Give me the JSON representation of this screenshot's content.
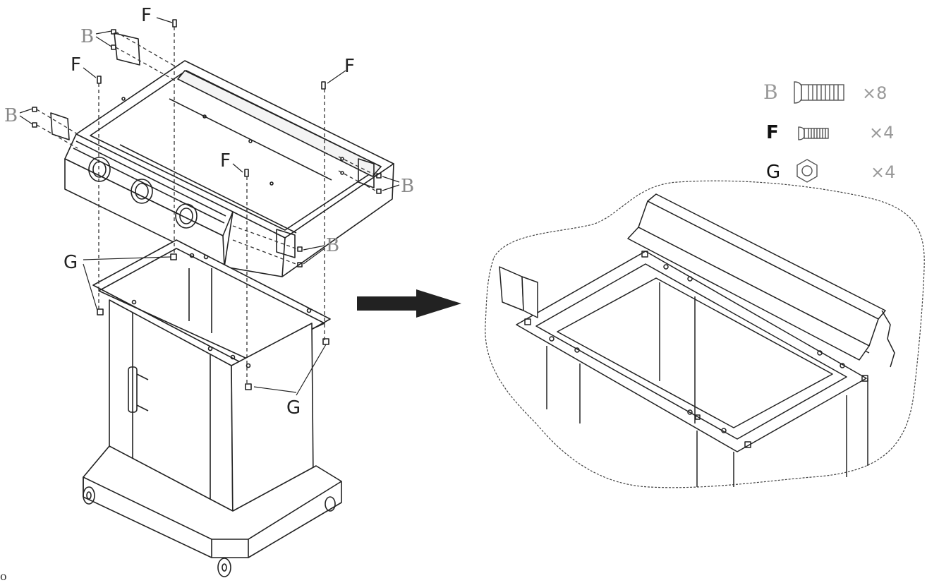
{
  "callouts": {
    "F_top": "F",
    "F_left": "F",
    "F_right": "F",
    "F_mid": "F",
    "B_top": "B",
    "B_left": "B",
    "B_right": "B",
    "B_mid": "B",
    "G_left": "G",
    "G_right": "G"
  },
  "legend": [
    {
      "letter": "B",
      "qty": "×8",
      "icon": "bolt-large-icon"
    },
    {
      "letter": "F",
      "qty": "×4",
      "icon": "bolt-small-icon"
    },
    {
      "letter": "G",
      "qty": "×4",
      "icon": "hex-nut-icon"
    }
  ],
  "corner_mark": "o"
}
